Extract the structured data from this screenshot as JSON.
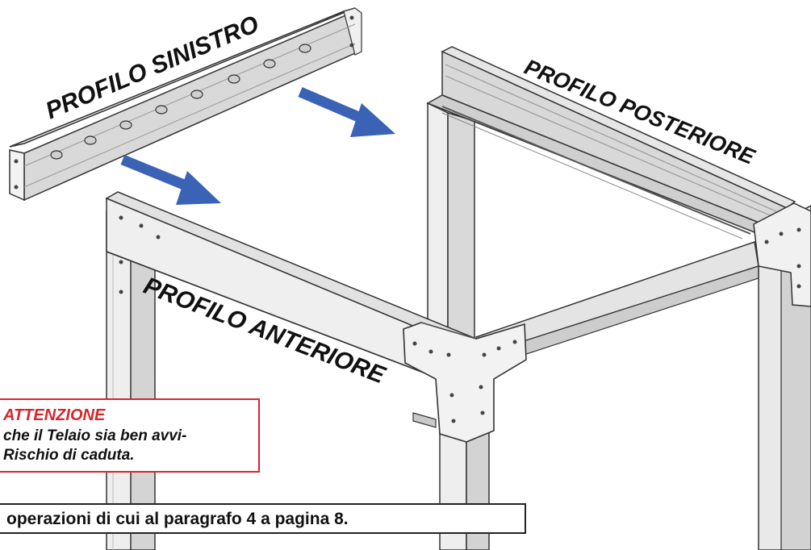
{
  "labels": {
    "left_profile": "PROFILO SINISTRO",
    "rear_profile": "PROFILO POSTERIORE",
    "front_profile": "PROFILO ANTERIORE"
  },
  "warning": {
    "title": "ATTENZIONE",
    "line1": "che il Telaio sia ben avvi-",
    "line2": "Rischio di caduta."
  },
  "note": {
    "text": "operazioni di cui al paragrafo 4 a pagina 8."
  },
  "colors": {
    "arrow": "#3a63b5",
    "warning_border": "#d7262b",
    "warning_title": "#d7262b",
    "metal_light": "#f0f0f0",
    "metal_mid": "#d6d6d6",
    "metal_dark": "#a8a8a8",
    "outline": "#333333"
  }
}
